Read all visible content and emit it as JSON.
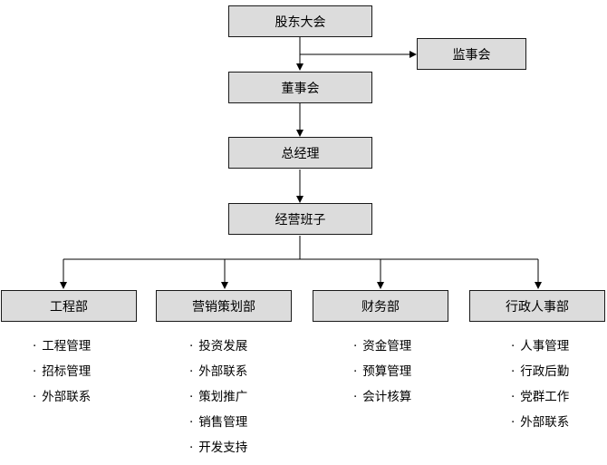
{
  "nodes": {
    "shareholders": "股东大会",
    "supervisors": "监事会",
    "board": "董事会",
    "gm": "总经理",
    "management_team": "经营班子"
  },
  "departments": [
    {
      "name": "工程部",
      "duties": [
        "工程管理",
        "招标管理",
        "外部联系"
      ]
    },
    {
      "name": "营销策划部",
      "duties": [
        "投资发展",
        "外部联系",
        "策划推广",
        "销售管理",
        "开发支持"
      ]
    },
    {
      "name": "财务部",
      "duties": [
        "资金管理",
        "预算管理",
        "会计核算"
      ]
    },
    {
      "name": "行政人事部",
      "duties": [
        "人事管理",
        "行政后勤",
        "党群工作",
        "外部联系"
      ]
    }
  ],
  "colors": {
    "box_fill": "#dcdcdc",
    "line": "#000000"
  }
}
